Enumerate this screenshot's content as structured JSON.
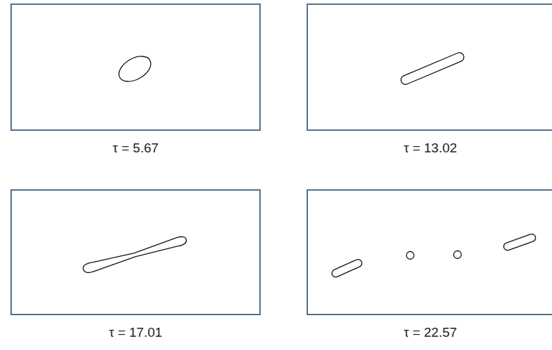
{
  "diagram": {
    "nodes": [
      {
        "text": [
          "τ = 5.67"
        ]
      },
      {
        "text": [
          "τ = 13.02"
        ]
      },
      {
        "text": [
          "τ = 17.01"
        ]
      },
      {
        "text": [
          "τ = 22.57"
        ]
      }
    ]
  }
}
